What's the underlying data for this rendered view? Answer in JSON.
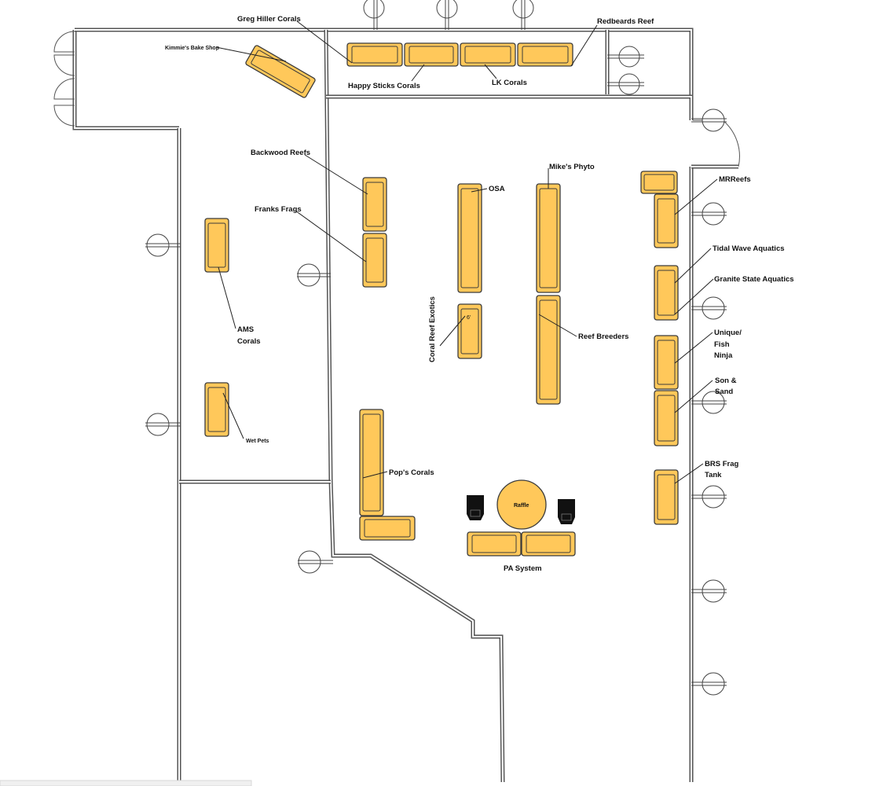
{
  "colors": {
    "tank": "#ffc85a",
    "wall": "#555555",
    "outline": "#3b3b3b",
    "speaker": "#111111"
  },
  "vendors": {
    "greg_hiller": "Greg Hiller Corals",
    "redbeards": "Redbeards Reef",
    "kimmies": "Kimmie's Bake Shop",
    "happy_sticks": "Happy Sticks Corals",
    "lk": "LK Corals",
    "backwood": "Backwood Reefs",
    "franks": "Franks Frags",
    "osa": "OSA",
    "mikes_phyto": "Mike's Phyto",
    "mrreefs": "MRReefs",
    "tidal_wave": "Tidal Wave Aquatics",
    "granite_state": "Granite State Aquatics",
    "unique_1": "Unique/",
    "unique_2": "Fish",
    "unique_3": "Ninja",
    "son_1": "Son &",
    "son_2": "Sand",
    "brs_1": "BRS Frag",
    "brs_2": "Tank",
    "ams_1": "AMS",
    "ams_2": "Corals",
    "wet_pets": "Wet Pets",
    "coral_reef_exotics": "Coral Reef Exotics",
    "reef_breeders": "Reef Breeders",
    "pops": "Pop's Corals",
    "raffle": "Raffle",
    "pa_system": "PA System",
    "tank_size": "6'"
  }
}
